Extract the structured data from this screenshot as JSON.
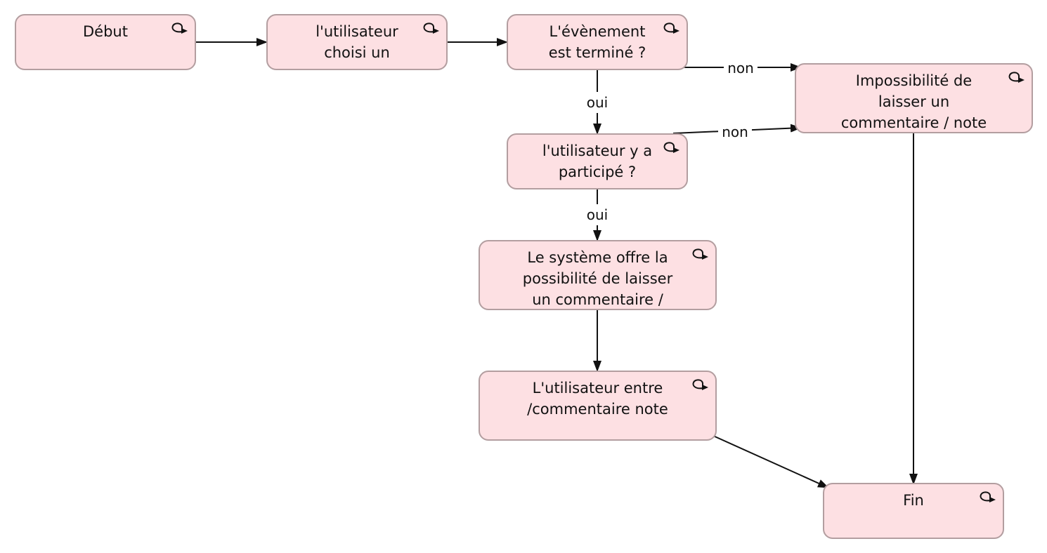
{
  "nodes": {
    "debut": {
      "label": "Début",
      "icon": "activity-loop-icon"
    },
    "choisit": {
      "label": "l'utilisateur\nchoisi un",
      "icon": "activity-loop-icon"
    },
    "termine": {
      "label": "L'évènement\nest terminé ?",
      "icon": "activity-loop-icon"
    },
    "impossible": {
      "label": "Impossibilité de\nlaisser un\ncommentaire / note",
      "icon": "activity-loop-icon"
    },
    "participe": {
      "label": "l'utilisateur y a\nparticipé ?",
      "icon": "activity-loop-icon"
    },
    "offre": {
      "label": "Le système offre la\npossibilité de laisser\nun commentaire /",
      "icon": "activity-loop-icon"
    },
    "entre": {
      "label": "L'utilisateur entre\n/commentaire note",
      "icon": "activity-loop-icon"
    },
    "fin": {
      "label": "Fin",
      "icon": "activity-loop-icon"
    }
  },
  "edges": {
    "termine_non": {
      "label": "non"
    },
    "termine_oui": {
      "label": "oui"
    },
    "participe_non": {
      "label": "non"
    },
    "participe_oui": {
      "label": "oui"
    }
  },
  "colors": {
    "node_fill": "#fde0e3",
    "node_border": "#b39ea0",
    "edge": "#111111"
  }
}
